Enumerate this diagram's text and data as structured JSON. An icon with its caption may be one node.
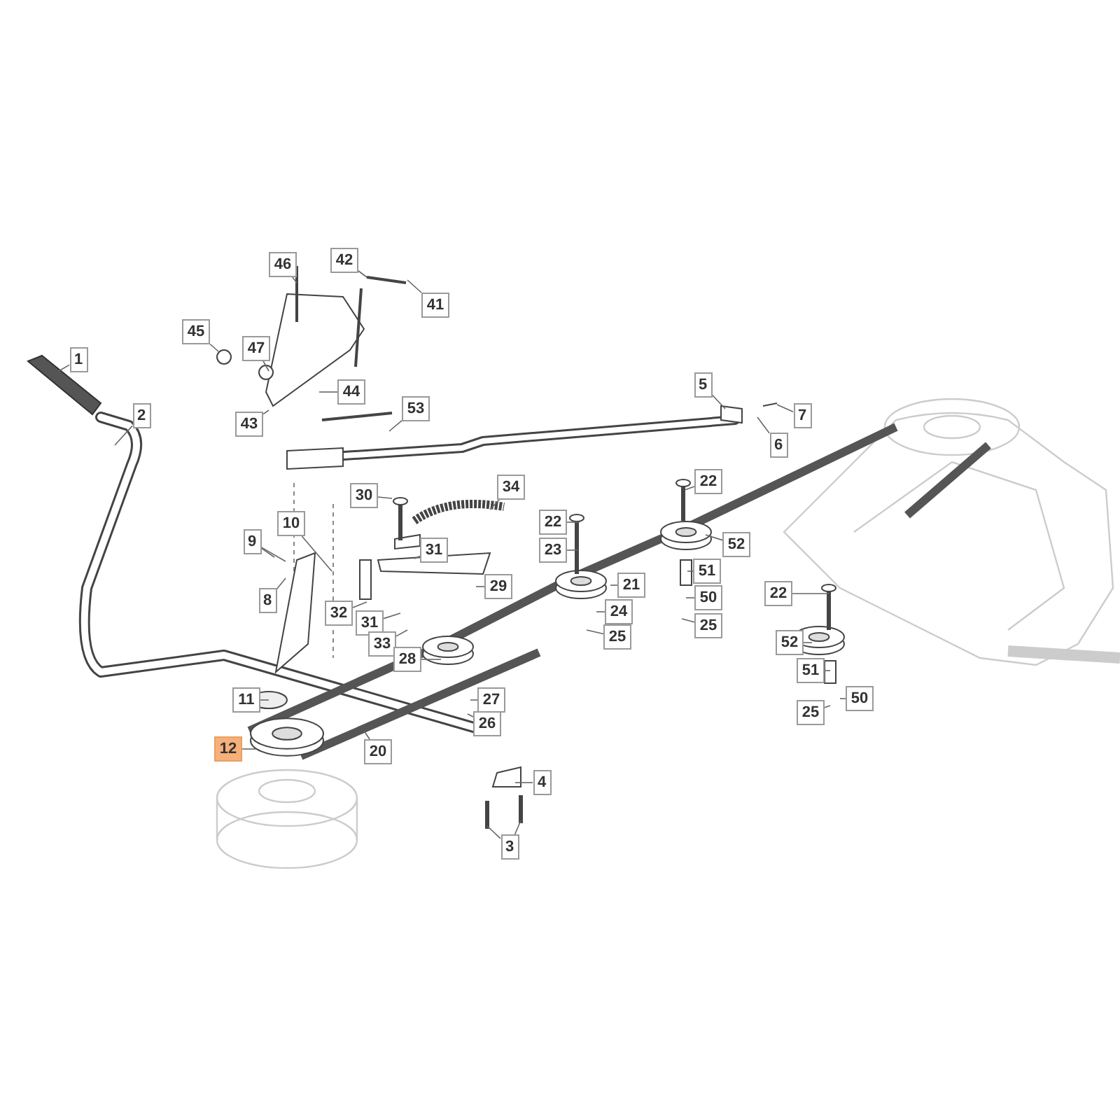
{
  "diagram": {
    "nodes": [
      {
        "text": [
          "46"
        ]
      },
      {
        "text": [
          "42"
        ]
      },
      {
        "text": [
          "41"
        ]
      },
      {
        "text": [
          "45"
        ]
      },
      {
        "text": [
          "47"
        ]
      },
      {
        "text": [
          "1"
        ]
      },
      {
        "text": [
          "44"
        ]
      },
      {
        "text": [
          "5"
        ]
      },
      {
        "text": [
          "2"
        ]
      },
      {
        "text": [
          "53"
        ]
      },
      {
        "text": [
          "43"
        ]
      },
      {
        "text": [
          "7"
        ]
      },
      {
        "text": [
          "6"
        ]
      },
      {
        "text": [
          "30"
        ]
      },
      {
        "text": [
          "34"
        ]
      },
      {
        "text": [
          "22"
        ]
      },
      {
        "text": [
          "22"
        ]
      },
      {
        "text": [
          "10"
        ]
      },
      {
        "text": [
          "9"
        ]
      },
      {
        "text": [
          "23"
        ]
      },
      {
        "text": [
          "31"
        ]
      },
      {
        "text": [
          "52"
        ]
      },
      {
        "text": [
          "51"
        ]
      },
      {
        "text": [
          "21"
        ]
      },
      {
        "text": [
          "29"
        ]
      },
      {
        "text": [
          "8"
        ]
      },
      {
        "text": [
          "32"
        ]
      },
      {
        "text": [
          "31"
        ]
      },
      {
        "text": [
          "50"
        ]
      },
      {
        "text": [
          "24"
        ]
      },
      {
        "text": [
          "22"
        ]
      },
      {
        "text": [
          "25"
        ]
      },
      {
        "text": [
          "25"
        ]
      },
      {
        "text": [
          "33"
        ]
      },
      {
        "text": [
          "52"
        ]
      },
      {
        "text": [
          "28"
        ]
      },
      {
        "text": [
          "51"
        ]
      },
      {
        "text": [
          "11"
        ]
      },
      {
        "text": [
          "27"
        ]
      },
      {
        "text": [
          "50"
        ]
      },
      {
        "text": [
          "25"
        ]
      },
      {
        "text": [
          "26"
        ]
      },
      {
        "text": [
          "12"
        ]
      },
      {
        "text": [
          "20"
        ]
      },
      {
        "text": [
          "4"
        ]
      },
      {
        "text": [
          "3"
        ]
      }
    ],
    "edges": [
      {
        "from": 0,
        "to": null,
        "arrow": "none"
      },
      {
        "from": 1,
        "to": null,
        "arrow": "none"
      },
      {
        "from": 2,
        "to": null,
        "arrow": "none"
      },
      {
        "from": 3,
        "to": null,
        "arrow": "none"
      },
      {
        "from": 4,
        "to": null,
        "arrow": "none"
      },
      {
        "from": 5,
        "to": null,
        "arrow": "none"
      },
      {
        "from": 6,
        "to": null,
        "arrow": "none"
      },
      {
        "from": 7,
        "to": null,
        "arrow": "none"
      },
      {
        "from": 8,
        "to": null,
        "arrow": "none"
      },
      {
        "from": 9,
        "to": null,
        "arrow": "none"
      },
      {
        "from": 10,
        "to": null,
        "arrow": "none"
      },
      {
        "from": 11,
        "to": null,
        "arrow": "none"
      },
      {
        "from": 12,
        "to": null,
        "arrow": "none"
      },
      {
        "from": 13,
        "to": null,
        "arrow": "none"
      },
      {
        "from": 14,
        "to": null,
        "arrow": "none"
      },
      {
        "from": 15,
        "to": null,
        "arrow": "none"
      },
      {
        "from": 16,
        "to": null,
        "arrow": "none"
      },
      {
        "from": 17,
        "to": null,
        "arrow": "none"
      },
      {
        "from": 18,
        "to": null,
        "arrow": "none"
      },
      {
        "from": 18,
        "to": null,
        "arrow": "none"
      },
      {
        "from": 19,
        "to": null,
        "arrow": "none"
      },
      {
        "from": 20,
        "to": null,
        "arrow": "none"
      },
      {
        "from": 21,
        "to": null,
        "arrow": "none"
      },
      {
        "from": 22,
        "to": null,
        "arrow": "none"
      },
      {
        "from": 23,
        "to": null,
        "arrow": "none"
      },
      {
        "from": 24,
        "to": null,
        "arrow": "none"
      },
      {
        "from": 25,
        "to": null,
        "arrow": "none"
      },
      {
        "from": 26,
        "to": null,
        "arrow": "none"
      },
      {
        "from": 27,
        "to": null,
        "arrow": "none"
      },
      {
        "from": 28,
        "to": null,
        "arrow": "none"
      },
      {
        "from": 29,
        "to": null,
        "arrow": "none"
      },
      {
        "from": 30,
        "to": null,
        "arrow": "none"
      },
      {
        "from": 31,
        "to": null,
        "arrow": "none"
      },
      {
        "from": 32,
        "to": null,
        "arrow": "none"
      },
      {
        "from": 33,
        "to": null,
        "arrow": "none"
      },
      {
        "from": 34,
        "to": null,
        "arrow": "none"
      },
      {
        "from": 35,
        "to": null,
        "arrow": "none"
      },
      {
        "from": 36,
        "to": null,
        "arrow": "none"
      },
      {
        "from": 37,
        "to": null,
        "arrow": "none"
      },
      {
        "from": 38,
        "to": null,
        "arrow": "none"
      },
      {
        "from": 39,
        "to": null,
        "arrow": "none"
      },
      {
        "from": 40,
        "to": null,
        "arrow": "none"
      },
      {
        "from": 41,
        "to": null,
        "arrow": "none"
      },
      {
        "from": 42,
        "to": null,
        "arrow": "none"
      },
      {
        "from": 43,
        "to": null,
        "arrow": "none"
      },
      {
        "from": 44,
        "to": null,
        "arrow": "none"
      },
      {
        "from": 45,
        "to": null,
        "arrow": "none"
      },
      {
        "from": 45,
        "to": null,
        "arrow": "none"
      }
    ]
  }
}
